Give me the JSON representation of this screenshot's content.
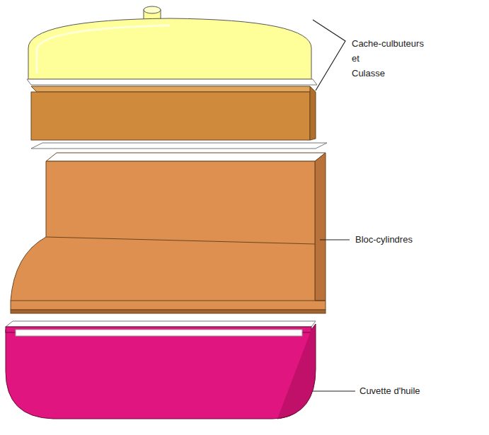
{
  "diagram": {
    "labels": [
      "Cache-culbuteurs et Culasse",
      "Bloc-cylindres",
      "Cuvette d'huile"
    ]
  }
}
